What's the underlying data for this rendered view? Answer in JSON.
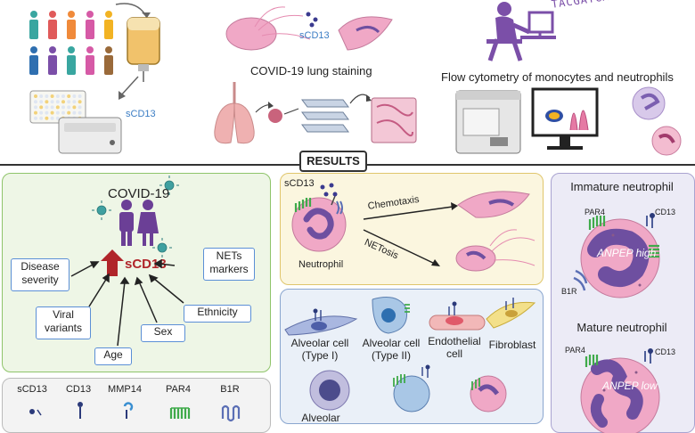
{
  "top": {
    "scd13_left": "sCD13",
    "scd13_center": "sCD13",
    "lung_staining": "COVID-19 lung staining",
    "flow_cytometry": "Flow cytometry of monocytes and neutrophils",
    "dna_sequence": "TACGATCAAATATCATGCGCAT"
  },
  "results_label": "RESULTS",
  "covid_panel": {
    "title": "COVID-19",
    "center": "sCD13",
    "factors": {
      "disease_severity": "Disease\nseverity",
      "nets_markers": "NETs\nmarkers",
      "viral_variants": "Viral\nvariants",
      "ethnicity": "Ethnicity",
      "sex": "Sex",
      "age": "Age"
    }
  },
  "neutrophil_panel": {
    "scd13": "sCD13",
    "cell": "Neutrophil",
    "chemotaxis": "Chemotaxis",
    "netosis": "NETosis"
  },
  "cell_types": {
    "alveolar_1": "Alveolar cell\n(Type I)",
    "alveolar_2": "Alveolar cell\n(Type II)",
    "endothelial": "Endothelial\ncell",
    "fibroblast": "Fibroblast",
    "alveolar_macro_partial": "Alveolar"
  },
  "maturity_panel": {
    "immature_title": "Immature neutrophil",
    "immature_gene": "ANPEP high",
    "mature_title": "Mature neutrophil",
    "mature_gene": "ANPEP low",
    "par4_a": "PAR4",
    "cd13_a": "CD13",
    "b1r": "B1R",
    "par4_b": "PAR4",
    "cd13_b": "CD13"
  },
  "legend": {
    "items": [
      "sCD13",
      "CD13",
      "MMP14",
      "PAR4",
      "B1R"
    ]
  },
  "colors": {
    "cell_pink": "#f0a8c6",
    "nucleus": "#6e4fa0",
    "receptor_green": "#3faa4a",
    "arrow_red": "#b0252a",
    "person_purple": "#6b3f96",
    "box_border": "#5b8fd6"
  }
}
